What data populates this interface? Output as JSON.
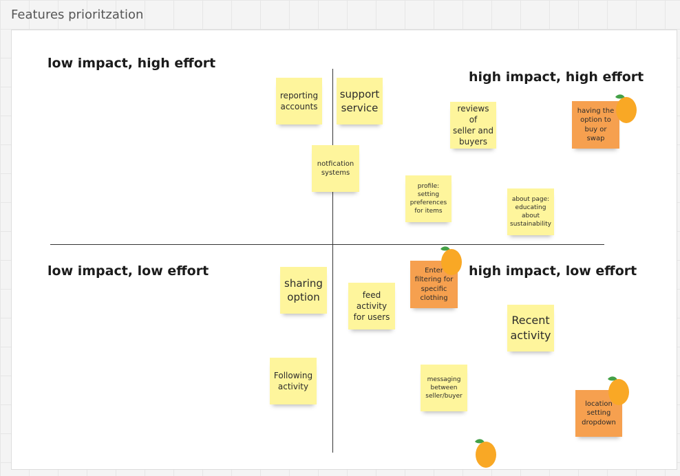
{
  "frame": {
    "title": "Features prioritzation"
  },
  "quadrants": {
    "top_left": "low impact, high effort",
    "top_right": "high impact, high effort",
    "bottom_left": "low impact, low effort",
    "bottom_right": "high impact, low effort"
  },
  "notes": {
    "reporting_accounts": "reporting\naccounts",
    "support_service": "support\nservice",
    "notification_systems": "notfication\nsystems",
    "reviews": "reviews of\nseller and\nbuyers",
    "buy_or_swap": "having the\noption to\nbuy or\nswap",
    "profile": "profile:\nsetting\npreferences\nfor items",
    "about_page": "about page:\neducating\nabout\nsustainability",
    "sharing_option": "sharing\noption",
    "feed_activity": "feed\nactivity\nfor users",
    "filtering": "Enter\nfiltering for\nspecific\nclothing",
    "recent_activity": "Recent\nactivity",
    "following_activity": "Following\nactivity",
    "messaging": "messaging\nbetween\nseller/buyer",
    "location_setting": "location\nsetting\ndropdown"
  },
  "colors": {
    "sticky_yellow": "#fef59c",
    "sticky_orange": "#f6a04f",
    "mango_orange": "#f9a825",
    "leaf_green": "#43a047"
  },
  "icons": [
    "mango-sticker-icon"
  ]
}
